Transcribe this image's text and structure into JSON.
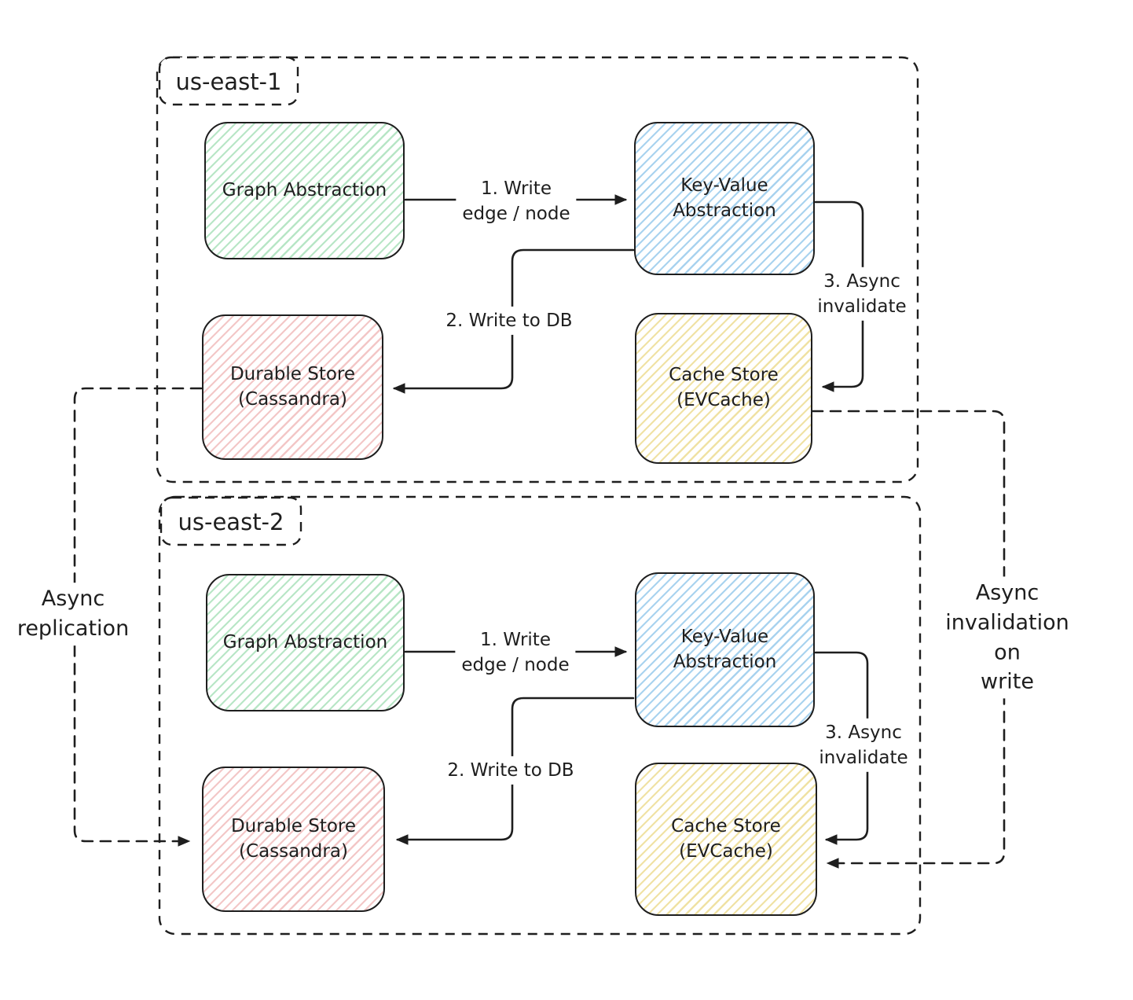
{
  "colors": {
    "line": "#1e1e1e",
    "hatch-green": "#b8e6c6",
    "hatch-blue": "#a9d3ef",
    "hatch-pink": "#f3c7c7",
    "hatch-yellow": "#f0e2a4"
  },
  "regions": [
    {
      "label": "us-east-1",
      "nodes": {
        "graph": {
          "label": "Graph Abstraction"
        },
        "kv": {
          "line1": "Key-Value",
          "line2": "Abstraction"
        },
        "durable": {
          "line1": "Durable Store",
          "line2": "(Cassandra)"
        },
        "cache": {
          "line1": "Cache Store",
          "line2": "(EVCache)"
        }
      },
      "edges": {
        "write": {
          "line1": "1. Write",
          "line2": "edge / node"
        },
        "write_db": {
          "label": "2. Write to DB"
        },
        "invalidate": {
          "line1": "3. Async",
          "line2": "invalidate"
        }
      }
    },
    {
      "label": "us-east-2",
      "nodes": {
        "graph": {
          "label": "Graph Abstraction"
        },
        "kv": {
          "line1": "Key-Value",
          "line2": "Abstraction"
        },
        "durable": {
          "line1": "Durable Store",
          "line2": "(Cassandra)"
        },
        "cache": {
          "line1": "Cache Store",
          "line2": "(EVCache)"
        }
      },
      "edges": {
        "write": {
          "line1": "1. Write",
          "line2": "edge / node"
        },
        "write_db": {
          "label": "2. Write to DB"
        },
        "invalidate": {
          "line1": "3. Async",
          "line2": "invalidate"
        }
      }
    }
  ],
  "cross_region_edges": {
    "replication": {
      "line1": "Async",
      "line2": "replication"
    },
    "invalidation": {
      "line1": "Async",
      "line2": "invalidation",
      "line3": "on",
      "line4": "write"
    }
  }
}
